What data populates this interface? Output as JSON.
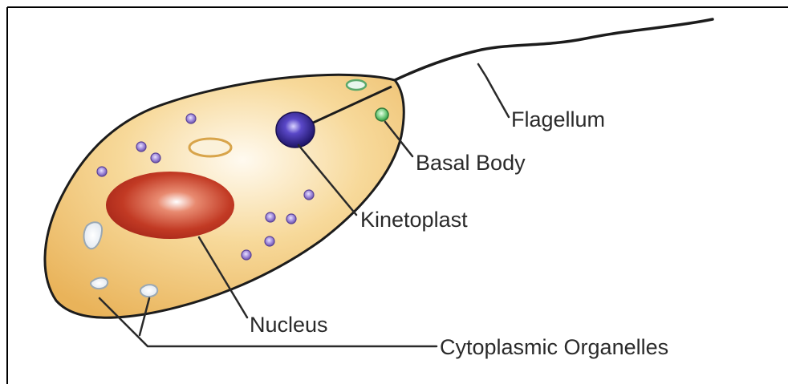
{
  "labels": {
    "flagellum": "Flagellum",
    "basal_body": "Basal Body",
    "kinetoplast": "Kinetoplast",
    "nucleus": "Nucleus",
    "cytoplasmic_organelles": "Cytoplasmic Organelles"
  },
  "colors": {
    "cell_fill": "#f0c476",
    "cell_outline": "#1c1c1c",
    "nucleus": "#c0301e",
    "kinetoplast": "#2a1e7a",
    "basal_body": "#3aa84a",
    "granules": "#7a62b8",
    "leader_lines": "#2a2a2a",
    "frame_border": "#000000"
  }
}
